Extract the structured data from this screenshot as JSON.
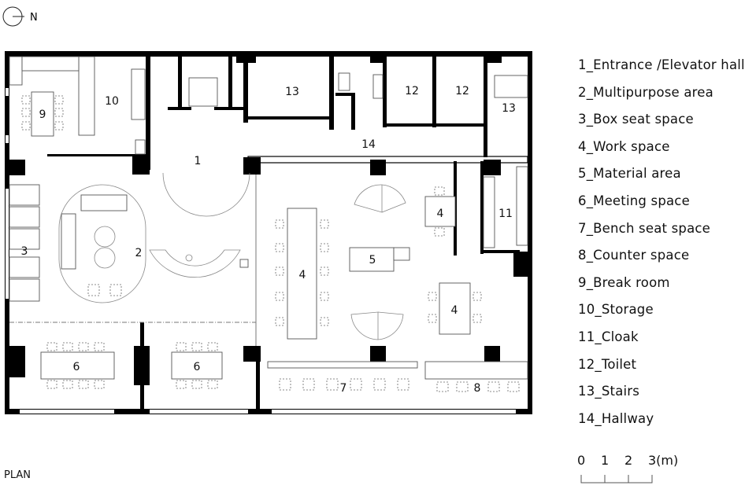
{
  "compass": {
    "label": "N"
  },
  "plan_title": "PLAN",
  "rooms": {
    "r1": "1",
    "r2": "2",
    "r3": "3",
    "r4a": "4",
    "r4b": "4",
    "r4c": "4",
    "r5": "5",
    "r6a": "6",
    "r6b": "6",
    "r7": "7",
    "r8": "8",
    "r9": "9",
    "r10": "10",
    "r11": "11",
    "r12a": "12",
    "r12b": "12",
    "r13a": "13",
    "r13b": "13",
    "r14": "14"
  },
  "legend": [
    "1_Entrance /Elevator hall",
    "2_Multipurpose area",
    "3_Box seat space",
    "4_Work space",
    "5_Material area",
    "6_Meeting space",
    "7_Bench seat space",
    "8_Counter space",
    "9_Break room",
    "10_Storage",
    "11_Cloak",
    "12_Toilet",
    "13_Stairs",
    "14_Hallway"
  ],
  "scale": {
    "ticks": [
      "0",
      "1",
      "2",
      "3(m)"
    ]
  }
}
